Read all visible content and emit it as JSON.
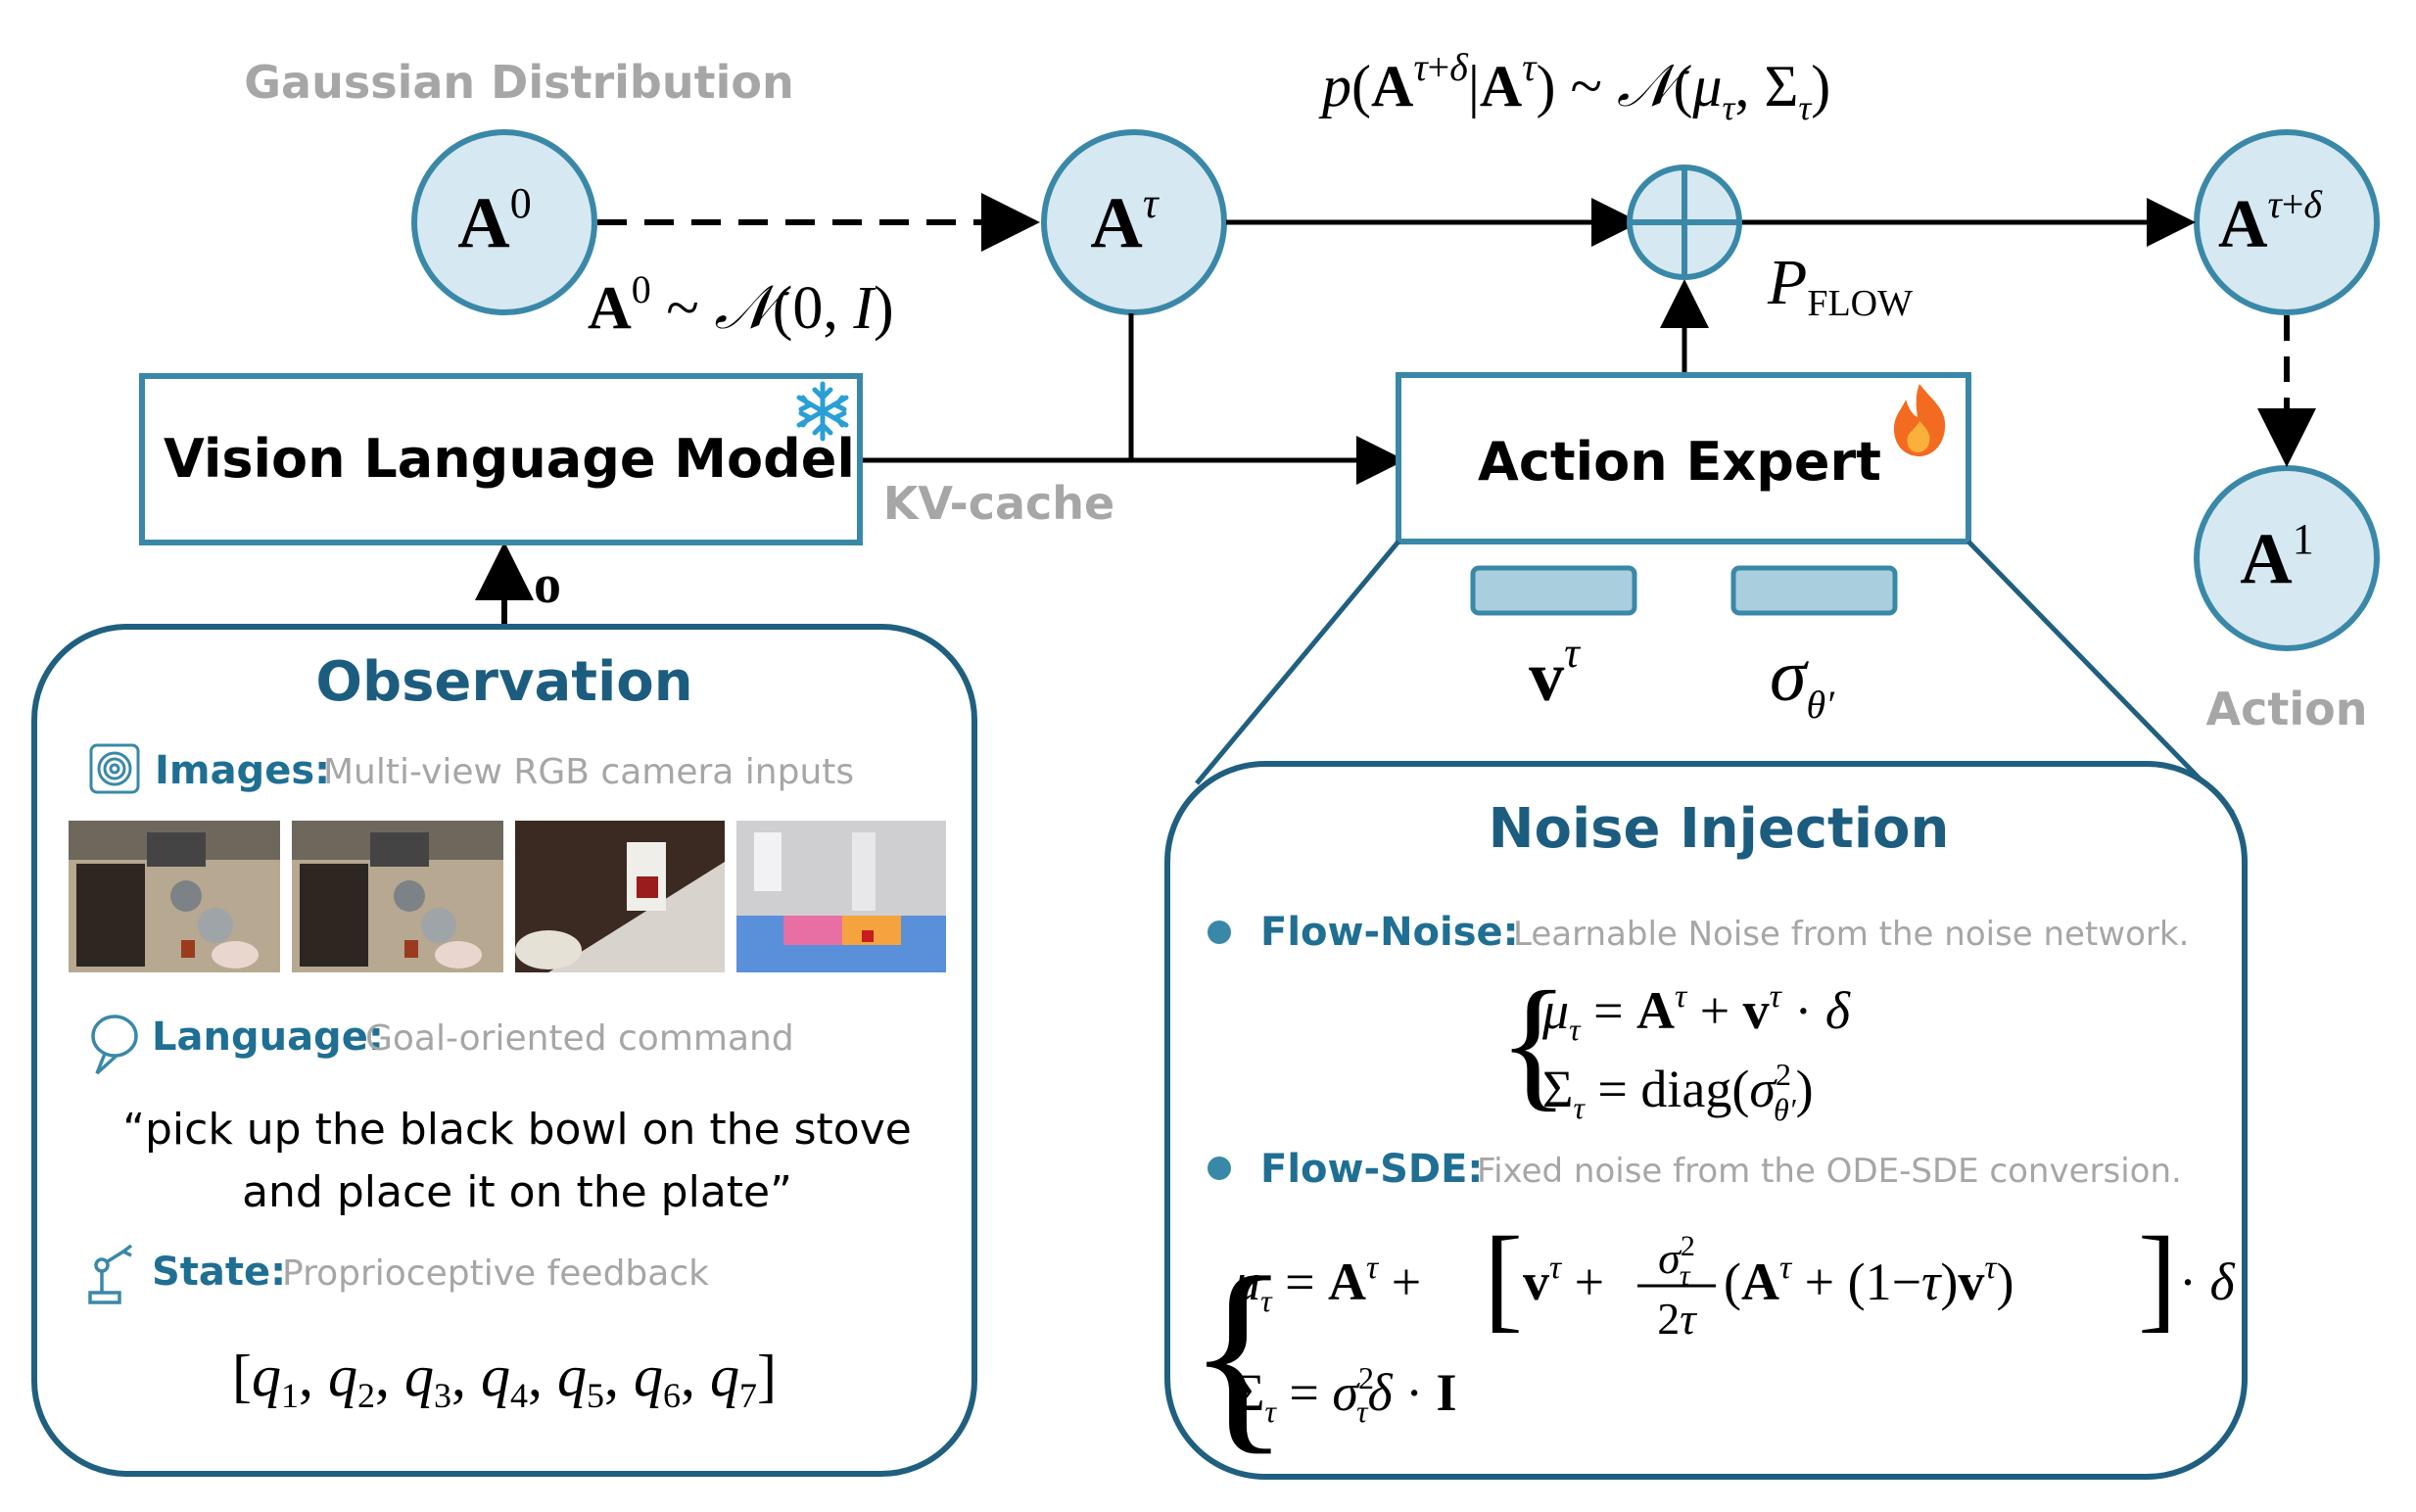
{
  "top": {
    "gaussian_label": "Gaussian Distribution",
    "transition_formula": "p(A^(τ+δ) | A^τ) ~ N(μ_τ, Σ_τ)",
    "init_formula": "A^0 ~ N(0, I)",
    "pflow_label": "P_FLOW",
    "kv_cache": "KV-cache",
    "obs_symbol": "o",
    "action_label": "Action"
  },
  "nodes": {
    "a0": "A^0",
    "atau": "A^τ",
    "atau_delta": "A^(τ+δ)",
    "a1": "A^1"
  },
  "vlm": {
    "title": "Vision Language Model",
    "frozen_icon": "snowflake-icon"
  },
  "expert": {
    "title": "Action Expert",
    "trainable_icon": "fire-icon",
    "outputs": [
      "v^τ",
      "σ_θ'"
    ]
  },
  "observation": {
    "title": "Observation",
    "images_label": "Images:",
    "images_desc": "Multi-view RGB camera inputs",
    "language_label": "Language:",
    "language_desc": "Goal-oriented command",
    "command_line1": "“pick up the black bowl on the stove",
    "command_line2": "and place it on the plate”",
    "state_label": "State:",
    "state_desc": "Proprioceptive feedback",
    "state_vector": "[q1, q2, q3, q4, q5, q6, q7]"
  },
  "noise": {
    "title": "Noise Injection",
    "flow_noise_label": "Flow-Noise:",
    "flow_noise_desc": "Learnable Noise from the noise network.",
    "flow_noise_eq1": "μ_τ = A^τ + v^τ · δ",
    "flow_noise_eq2": "Σ_τ = diag(σ²_θ')",
    "flow_sde_label": "Flow-SDE:",
    "flow_sde_desc": "Fixed noise from the ODE-SDE conversion.",
    "flow_sde_eq1": "μ_τ = A^τ + [v^τ + σ²_τ/(2τ) (A^τ + (1−τ)v^τ)] · δ",
    "flow_sde_eq2": "Σ_τ = σ²_τ δ · I"
  },
  "colors": {
    "box_stroke": "#3a88a8",
    "circle_fill": "#d6e8f1",
    "panel_stroke": "#1f5f7f",
    "accent_text": "#1f6f93",
    "title_text": "#1c5d7f",
    "gray_text": "#a6a6a6",
    "output_fill": "#a9cede"
  }
}
